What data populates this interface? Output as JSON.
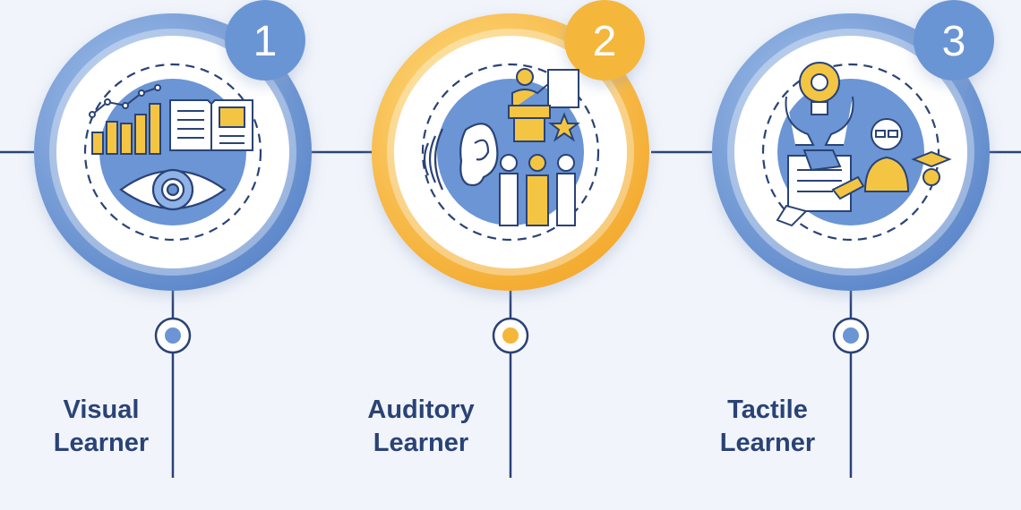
{
  "steps": [
    {
      "number": "1",
      "line1": "Visual",
      "line2": "Learner",
      "accent": "#6b95d4"
    },
    {
      "number": "2",
      "line1": "Auditory",
      "line2": "Learner",
      "accent": "#f4b73a"
    },
    {
      "number": "3",
      "line1": "Tactile",
      "line2": "Learner",
      "accent": "#6b95d4"
    }
  ],
  "colors": {
    "line": "#2a4376",
    "blue": "#6b95d4",
    "yellow": "#f4c542",
    "navy": "#2a4376",
    "background": "#f1f4fa"
  },
  "icons": [
    "bar-chart-icon",
    "open-book-icon",
    "eye-icon",
    "ear-icon",
    "presenter-icon",
    "audience-icon",
    "lightbulb-gear-icon",
    "student-icon",
    "document-hand-icon"
  ]
}
